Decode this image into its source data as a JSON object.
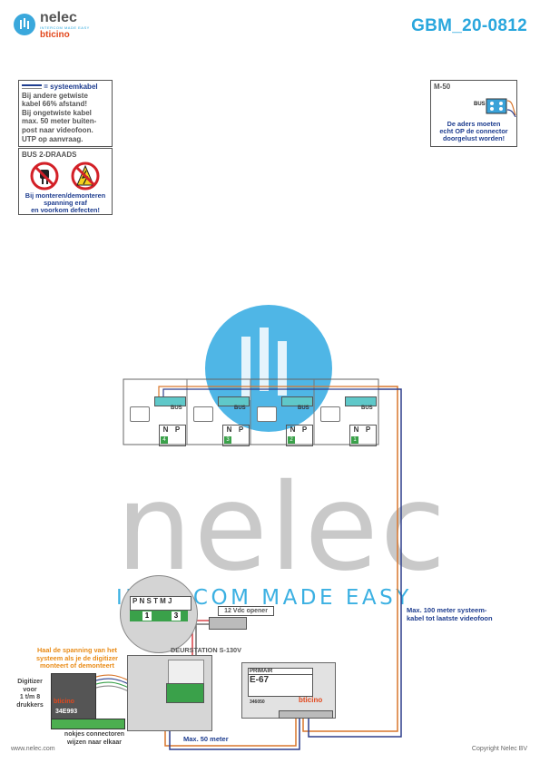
{
  "header": {
    "brand": "nelec",
    "brand_tagline": "INTERCOM MADE EASY",
    "brand_sub": "bticino",
    "title": "GBM_20-0812"
  },
  "note_cable": {
    "heading": "= systeemkabel",
    "lines": [
      "Bij andere getwiste",
      "kabel 66% afstand!",
      "Bij ongetwiste kabel",
      "max. 50 meter buiten-",
      "post naar videofoon.",
      "UTP op aanvraag."
    ]
  },
  "note_bus": {
    "heading": "BUS 2-DRAADS",
    "warning_lines": [
      "Bij monteren/demonteren",
      "spanning eraf",
      "en voorkom defecten!"
    ]
  },
  "note_m50": {
    "label": "M-50",
    "bus_label": "BUS",
    "lines": [
      "De aders moeten",
      "echt OP de connector",
      "doorgelust worden!"
    ]
  },
  "watermark": {
    "word": "nelec",
    "tagline": "INTERCOM MADE EASY"
  },
  "units": [
    {
      "number": "4",
      "bus": "BUS",
      "n": "N",
      "p": "P"
    },
    {
      "number": "3",
      "bus": "BUS",
      "n": "N",
      "p": "P"
    },
    {
      "number": "2",
      "bus": "BUS",
      "n": "N",
      "p": "P"
    },
    {
      "number": "1",
      "bus": "BUS",
      "n": "N",
      "p": "P"
    }
  ],
  "dip": {
    "labels": [
      "P",
      "N",
      "S",
      "T",
      "M",
      "J"
    ],
    "num_left": "1",
    "num_right": "3"
  },
  "labels": {
    "opener": "12 Vdc opener",
    "deurstation": "DEURSTATION S-130V",
    "max100_line1": "Max. 100 meter systeem-",
    "max100_line2": "kabel tot laatste videofoon",
    "max50": "Max. 50 meter",
    "haal_line1": "Haal de spanning van het",
    "haal_line2": "systeem als je de digitizer",
    "haal_line3": "monteert of demonteert",
    "digitizer_line1": "Digitizer",
    "digitizer_line2": "voor",
    "digitizer_line3": "1 t/m 8",
    "digitizer_line4": "drukkers",
    "digitizer_code": "34E993",
    "digitizer_brand": "bticino",
    "nokjes_line1": "nokjes connectoren",
    "nokjes_line2": "wijzen naar elkaar",
    "primair": "PRIMAIR",
    "psu_name": "E-67",
    "psu_code": "346050",
    "psu_brand": "bticino"
  },
  "footer": {
    "left": "www.nelec.com",
    "right": "Copyright Nelec BV"
  }
}
